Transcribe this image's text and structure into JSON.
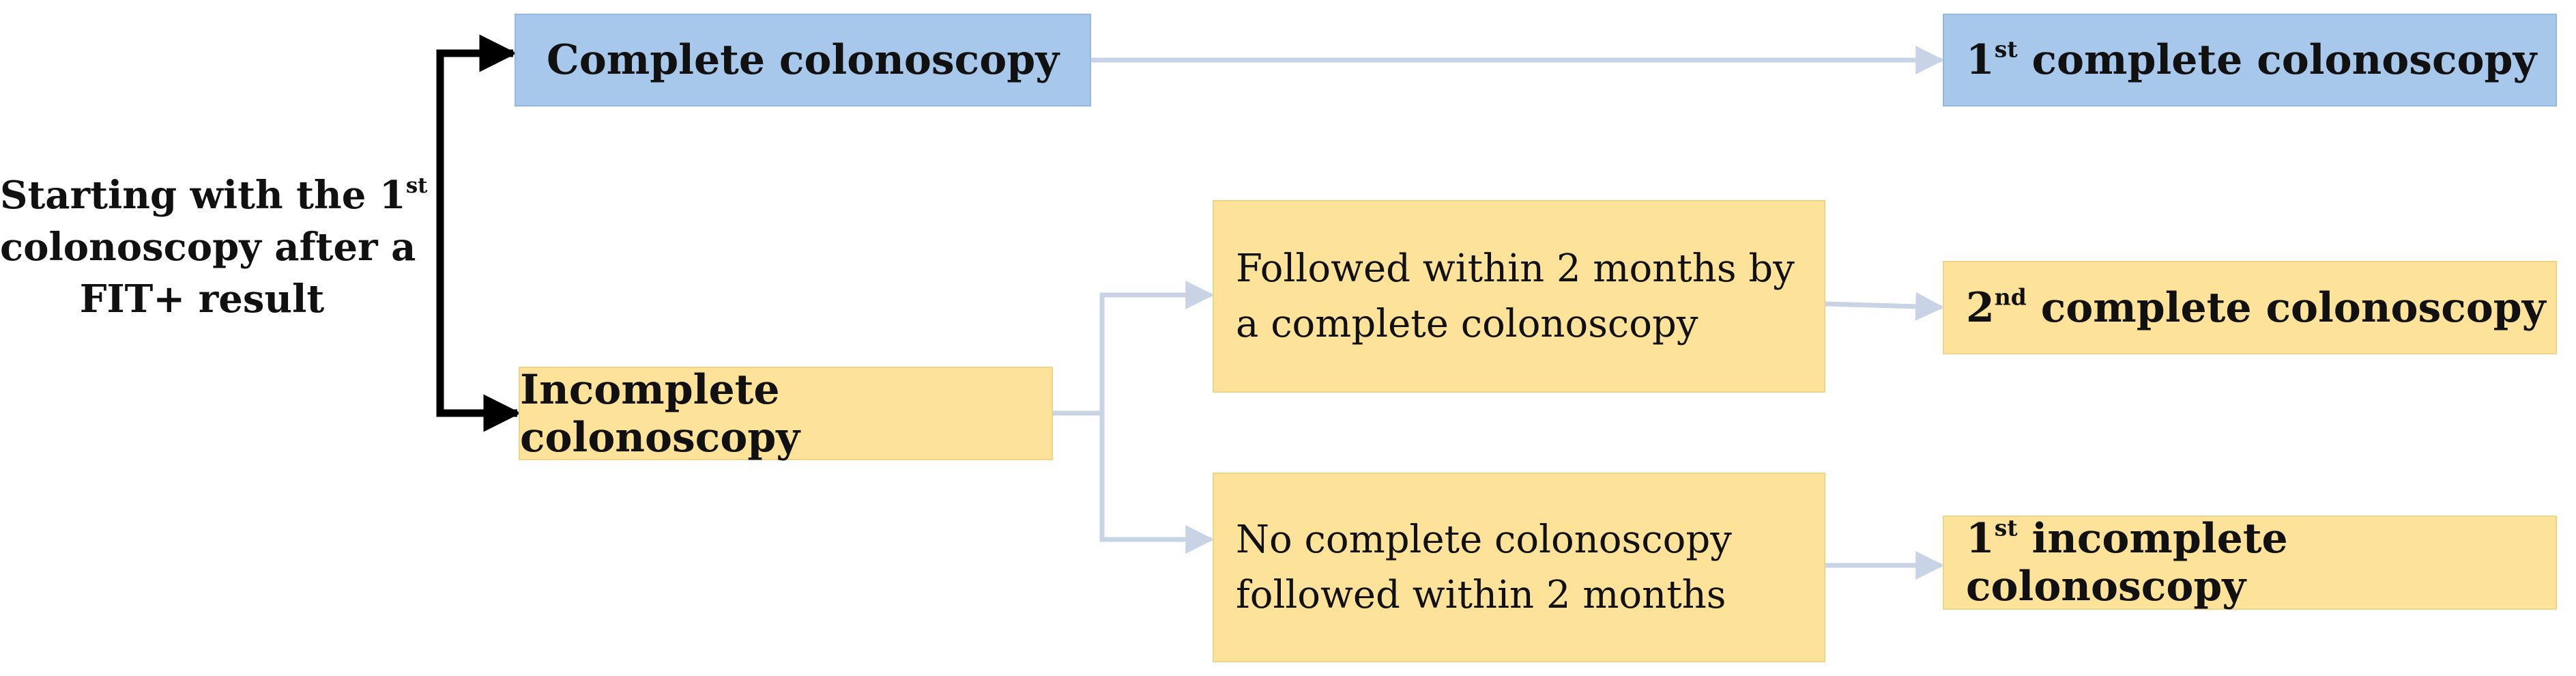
{
  "diagram": {
    "start": {
      "line1": "Starting with the 1",
      "line1_sup": "st",
      "line2": "colonoscopy after a",
      "line3": "FIT+ result"
    },
    "branch_complete": {
      "label": "Complete colonoscopy"
    },
    "branch_incomplete": {
      "label": "Incomplete colonoscopy"
    },
    "followed_within": {
      "line1": "Followed within 2 months by",
      "line2": "a complete colonoscopy"
    },
    "no_complete": {
      "line1": "No complete colonoscopy",
      "line2": "followed within 2 months"
    },
    "outcome_first_complete": {
      "ordinal": "1",
      "ordinal_sup": "st",
      "label": " complete colonoscopy"
    },
    "outcome_second_complete": {
      "ordinal": "2",
      "ordinal_sup": "nd",
      "label": " complete colonoscopy"
    },
    "outcome_first_incomplete": {
      "ordinal": "1",
      "ordinal_sup": "st",
      "label": " incomplete colonoscopy"
    },
    "colors": {
      "blue_fill": "#a8c8eb",
      "yellow_fill": "#fde29a",
      "main_arrow": "#000000",
      "connector_arrow": "#c9d3e6"
    }
  }
}
